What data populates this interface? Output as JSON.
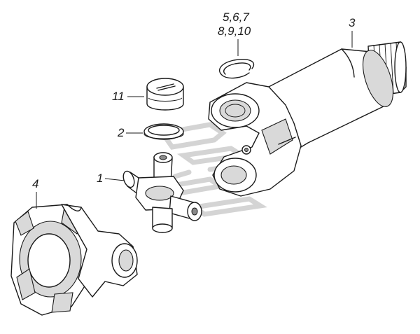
{
  "callouts": {
    "c1": "1",
    "c2": "2",
    "c3": "3",
    "c4": "4",
    "c11": "11",
    "c5_7": "5,6,7",
    "c8_10": "8,9,10"
  }
}
